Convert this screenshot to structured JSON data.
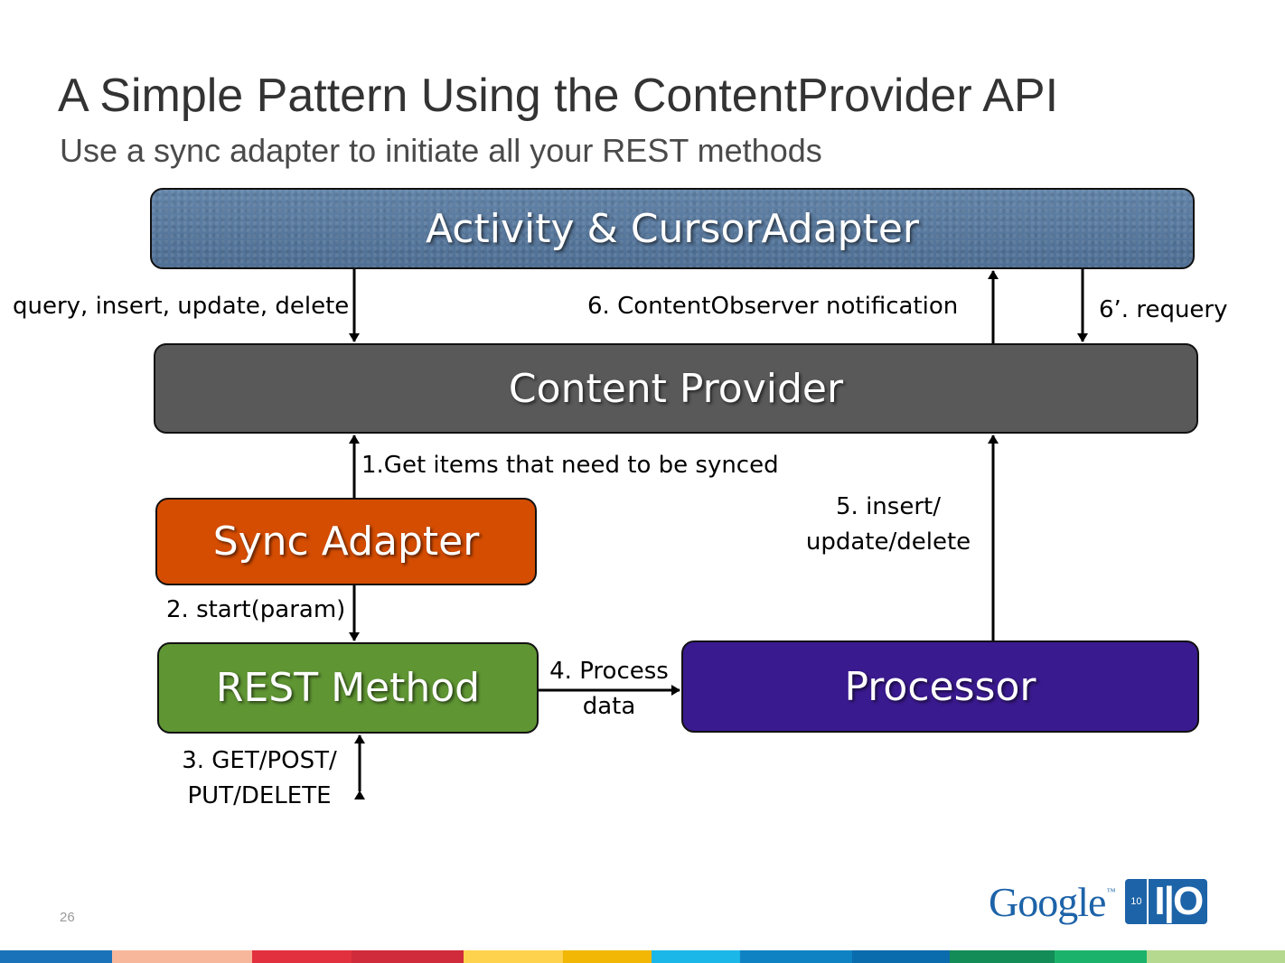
{
  "slide": {
    "title": "A Simple Pattern Using the ContentProvider API",
    "subtitle": "Use a sync adapter to initiate all your REST methods",
    "page_number": "26"
  },
  "boxes": {
    "activity": "Activity & CursorAdapter",
    "content_provider": "Content Provider",
    "sync_adapter": "Sync Adapter",
    "rest_method": "REST Method",
    "processor": "Processor"
  },
  "labels": {
    "query_ops": "query, insert, update, delete",
    "content_observer": "6. ContentObserver notification",
    "requery": "6’. requery",
    "get_items": "1.Get items that need to be synced",
    "insert_update_delete_1": "5. insert/",
    "insert_update_delete_2": "update/delete",
    "start_param": "2. start(param)",
    "process_data_1": "4. Process",
    "process_data_2": "data",
    "http_methods_1": "3. GET/POST/",
    "http_methods_2": "PUT/DELETE"
  },
  "logo": {
    "wordmark": "Google",
    "year": "10",
    "event": "I|O"
  },
  "colors": {
    "activity_box": "#54779d",
    "content_provider_box": "#595959",
    "sync_adapter_box": "#d54d00",
    "rest_method_box": "#5f9533",
    "processor_box": "#3a1a8f",
    "footer_stripes": [
      "#1a73b8",
      "#f7b79a",
      "#e3303f",
      "#d02b3a",
      "#ffd24d",
      "#f2b705",
      "#1ab7e8",
      "#0f82c4",
      "#0a6bad",
      "#138c57",
      "#1bb36b",
      "#b5d98f"
    ]
  }
}
